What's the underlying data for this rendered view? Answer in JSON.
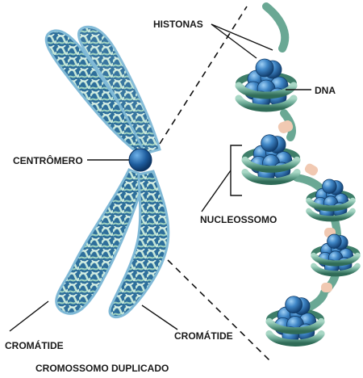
{
  "labels": {
    "histonas": "HISTONAS",
    "dna": "DNA",
    "centromero": "CENTRÔMERO",
    "nucleossomo": "NUCLEOSSOMO",
    "cromatide_left": "CROMÁTIDE",
    "cromatide_right": "CROMÁTIDE",
    "caption": "CROMOSSOMO DUPLICADO"
  },
  "colors": {
    "chromatid_fill": "#bfe0d6",
    "chromatid_outline": "#7fb9d6",
    "chromatid_core": "#1f5e8c",
    "fiber": "#6aa894",
    "fiber_dark": "#2f6b57",
    "histone": "#3f86c6",
    "histone_dark": "#1b4f86",
    "linker": "#f1c9b2",
    "centromere": "#1e5d9e",
    "line": "#111111"
  }
}
